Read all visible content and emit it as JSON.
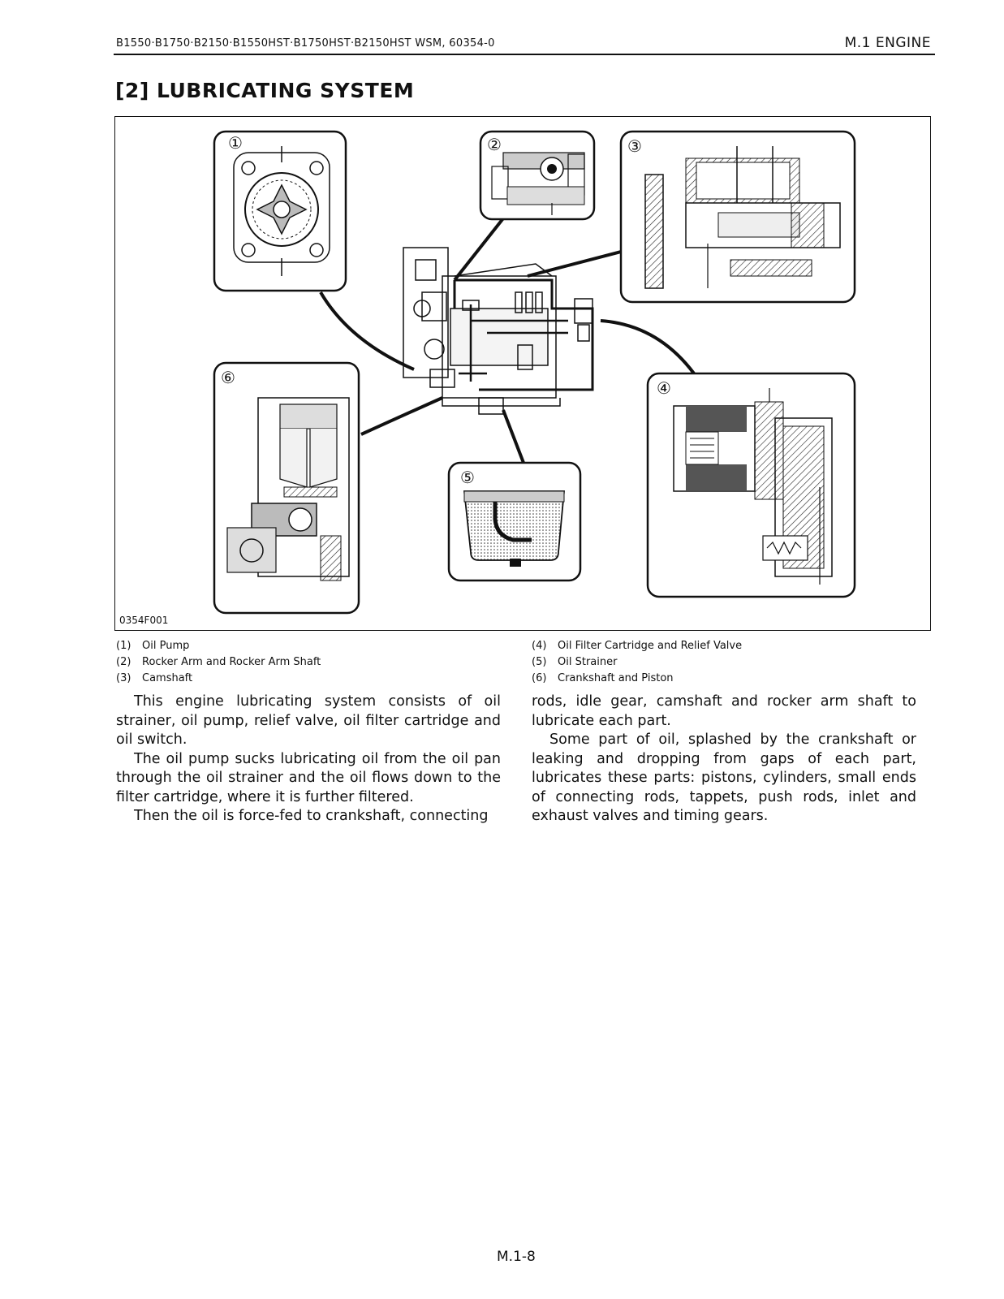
{
  "header": {
    "models": "B1550·B1750·B2150·B1550HST·B1750HST·B2150HST  WSM, 60354-0",
    "section": "M.1  ENGINE"
  },
  "title": "[2] LUBRICATING SYSTEM",
  "figure": {
    "code": "0354F001",
    "callouts": [
      "①",
      "②",
      "③",
      "④",
      "⑤",
      "⑥"
    ]
  },
  "legend": {
    "left": [
      {
        "num": "(1)",
        "label": "Oil Pump"
      },
      {
        "num": "(2)",
        "label": "Rocker Arm and Rocker Arm Shaft"
      },
      {
        "num": "(3)",
        "label": "Camshaft"
      }
    ],
    "right": [
      {
        "num": "(4)",
        "label": "Oil Filter Cartridge and Relief Valve"
      },
      {
        "num": "(5)",
        "label": "Oil Strainer"
      },
      {
        "num": "(6)",
        "label": "Crankshaft and Piston"
      }
    ]
  },
  "body": {
    "left": [
      "This engine lubricating system consists of oil strainer, oil pump, relief valve, oil filter cartridge and oil switch.",
      "The oil pump sucks lubricating oil from the oil pan through the oil strainer and the oil flows down to the filter cartridge, where it is further filtered.",
      "Then the oil is force-fed to crankshaft, connecting"
    ],
    "right": [
      "rods, idle gear, camshaft and rocker arm shaft to lubricate each part.",
      "Some part of oil, splashed by the crankshaft or leaking and dropping from gaps of each part, lubricates these parts:  pistons, cylinders, small ends of connecting rods, tappets, push rods, inlet and exhaust valves and timing gears."
    ]
  },
  "page_number": "M.1-8"
}
